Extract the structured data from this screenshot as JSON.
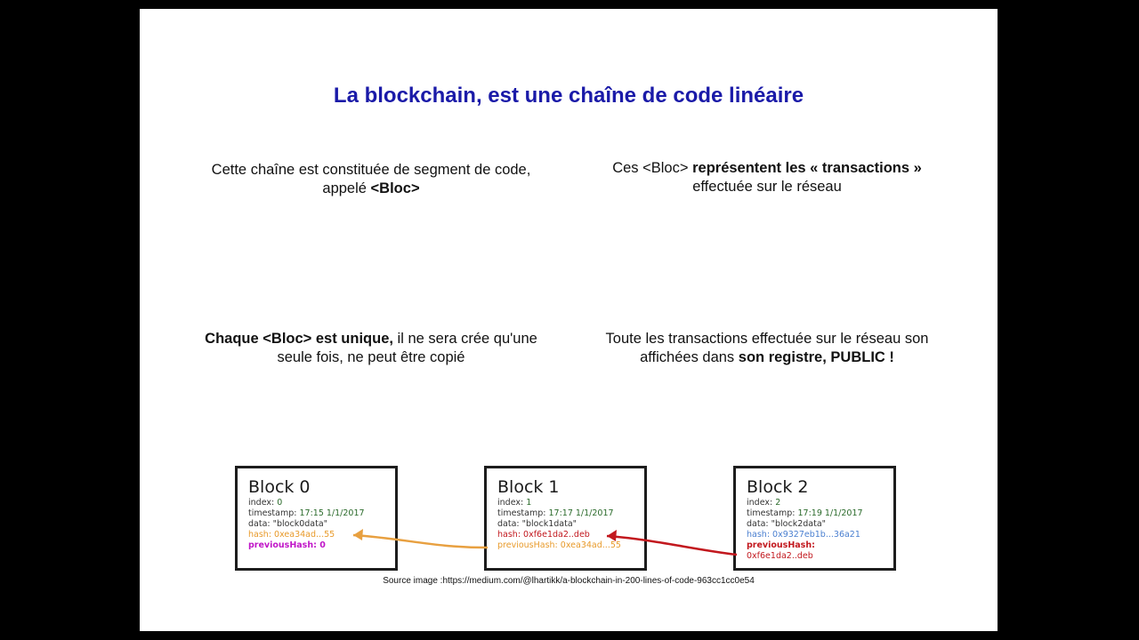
{
  "slide": {
    "title": "La blockchain, est une chaîne de code linéaire",
    "para1": {
      "line1": "Cette chaîne est constituée de segment de code,",
      "line2_pre": "appelé ",
      "line2_bold": "<Bloc>"
    },
    "para2": {
      "pre": "Ces <Bloc> ",
      "bold": "représentent les « transactions »",
      "line2": "effectuée sur le réseau"
    },
    "para3": {
      "bold": "Chaque <Bloc> est unique,",
      "rest1": " il ne sera crée qu'une",
      "line2": "seule fois, ne peut être copié"
    },
    "para4": {
      "line1": "Toute les transactions effectuée sur le réseau son",
      "line2_pre": "affichées dans ",
      "line2_bold": "son registre, PUBLIC !"
    },
    "source": "Source image :https://medium.com/@lhartikk/a-blockchain-in-200-lines-of-code-963cc1cc0e54"
  },
  "blocks": [
    {
      "name": "Block 0",
      "index_label": "index:",
      "index": "0",
      "timestamp_label": "timestamp:",
      "timestamp": "17:15 1/1/2017",
      "data_label": "data:",
      "data": "\"block0data\"",
      "hash_label": "hash:",
      "hash": "0xea34ad...55",
      "prev_label": "previousHash:",
      "prev": "0"
    },
    {
      "name": "Block 1",
      "index_label": "index:",
      "index": "1",
      "timestamp_label": "timestamp:",
      "timestamp": "17:17 1/1/2017",
      "data_label": "data:",
      "data": "\"block1data\"",
      "hash_label": "hash:",
      "hash": "0xf6e1da2..deb",
      "prev_label": "previousHash:",
      "prev": "0xea34ad...55"
    },
    {
      "name": "Block 2",
      "index_label": "index:",
      "index": "2",
      "timestamp_label": "timestamp:",
      "timestamp": "17:19 1/1/2017",
      "data_label": "data:",
      "data": "\"block2data\"",
      "hash_label": "hash:",
      "hash": "0x9327eb1b...36a21",
      "prev_label": "previousHash:",
      "prev": "0xf6e1da2..deb"
    }
  ],
  "colors": {
    "title": "#1a1aa8",
    "arrow_orange": "#e8a040",
    "arrow_red": "#c2181e",
    "slide_bg": "#ffffff",
    "frame_bg": "#000000"
  }
}
